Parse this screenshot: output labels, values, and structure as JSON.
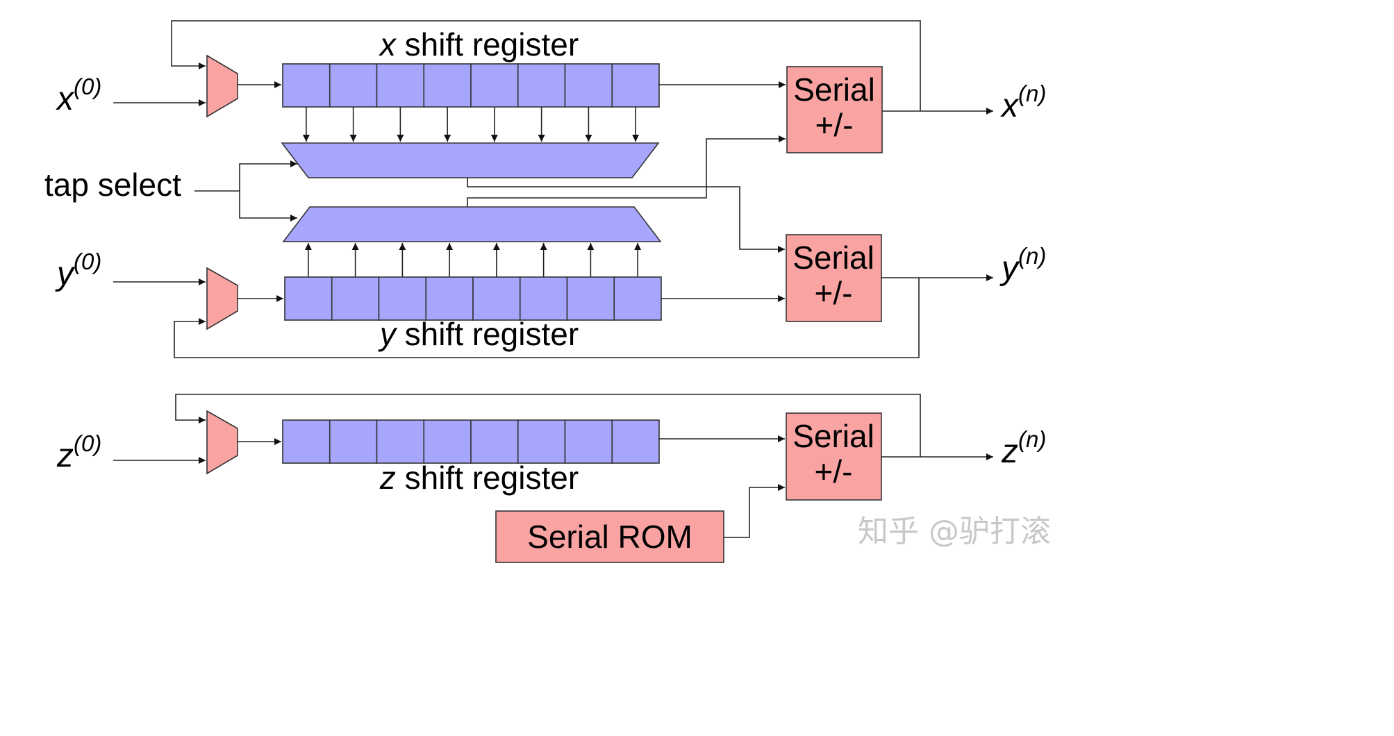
{
  "inputs": {
    "x": {
      "var": "x",
      "sup": "(0)"
    },
    "y": {
      "var": "y",
      "sup": "(0)"
    },
    "z": {
      "var": "z",
      "sup": "(0)"
    }
  },
  "outputs": {
    "x": {
      "var": "x",
      "sup": "(n)"
    },
    "y": {
      "var": "y",
      "sup": "(n)"
    },
    "z": {
      "var": "z",
      "sup": "(n)"
    }
  },
  "registers": {
    "x": {
      "var": "x",
      "label": " shift register",
      "cells": 8
    },
    "y": {
      "var": "y",
      "label": " shift register",
      "cells": 8
    },
    "z": {
      "var": "z",
      "label": " shift register",
      "cells": 8
    }
  },
  "tap_select": "tap select",
  "serial_adders": [
    {
      "line1": "Serial",
      "line2": "+/-"
    },
    {
      "line1": "Serial",
      "line2": "+/-"
    },
    {
      "line1": "Serial",
      "line2": "+/-"
    }
  ],
  "rom": "Serial ROM",
  "watermark": "知乎 @驴打滚",
  "colors": {
    "register": "#a6a6fd",
    "mux": "#f9a3a3",
    "block": "#f9a3a3"
  }
}
